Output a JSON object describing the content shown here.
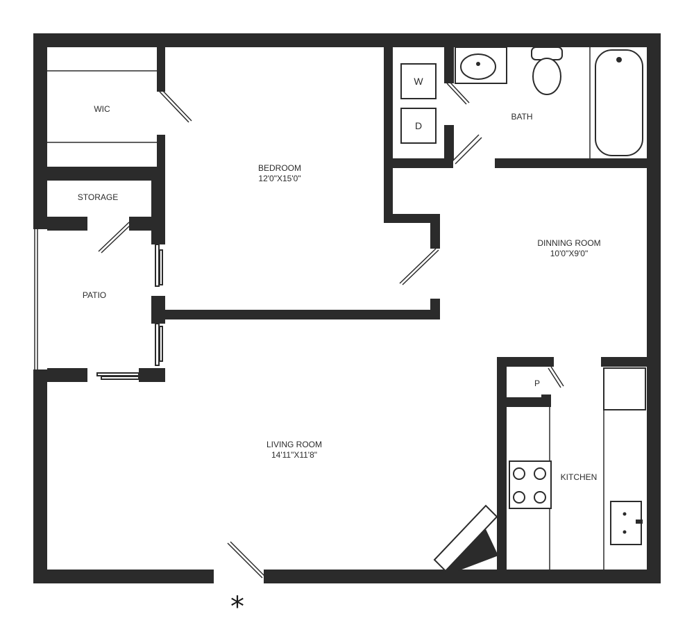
{
  "rooms": {
    "wic": {
      "name": "WIC"
    },
    "storage": {
      "name": "STORAGE"
    },
    "bedroom": {
      "name": "BEDROOM",
      "dims": "12'0\"X15'0\""
    },
    "bath": {
      "name": "BATH"
    },
    "dining": {
      "name": "DINNING ROOM",
      "dims": "10'0\"X9'0\""
    },
    "patio": {
      "name": "PATIO"
    },
    "living": {
      "name": "LIVING ROOM",
      "dims": "14'11\"X11'8\""
    },
    "kitchen": {
      "name": "KITCHEN"
    }
  },
  "appliances": {
    "washer": "W",
    "dryer": "D",
    "pantry": "P"
  },
  "entry_marker": {
    "icon": "asterisk-icon",
    "glyph": "*"
  },
  "colors": {
    "wall": "#2b2b2b",
    "background": "#ffffff"
  }
}
